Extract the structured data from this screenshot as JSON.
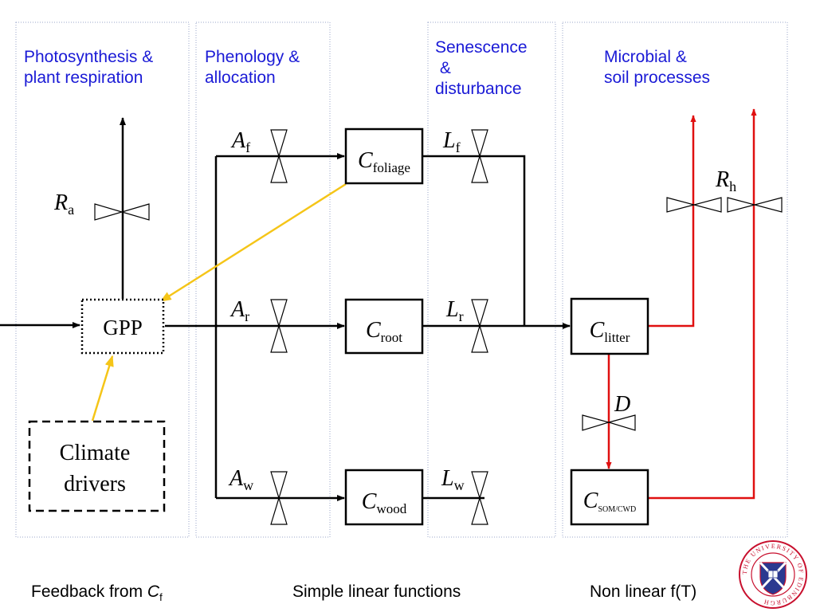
{
  "sections": [
    {
      "id": "photo",
      "title": "Photosynthesis &\nplant respiration"
    },
    {
      "id": "pheno",
      "title": "Phenology &\nallocation"
    },
    {
      "id": "senes",
      "title": "Senescence\n &\ndisturbance"
    },
    {
      "id": "micro",
      "title": "Microbial &\nsoil processes"
    }
  ],
  "pools": {
    "gpp": "GPP",
    "climate": [
      "Climate",
      "drivers"
    ],
    "foliage": {
      "symbol": "C",
      "sub": "foliage"
    },
    "root": {
      "symbol": "C",
      "sub": "root"
    },
    "wood": {
      "symbol": "C",
      "sub": "wood"
    },
    "litter": {
      "symbol": "C",
      "sub": "litter"
    },
    "som": {
      "symbol": "C",
      "sub": "SOM/CWD"
    }
  },
  "fluxes": {
    "ra": {
      "symbol": "R",
      "sub": "a"
    },
    "rh": {
      "symbol": "R",
      "sub": "h"
    },
    "af": {
      "symbol": "A",
      "sub": "f"
    },
    "ar": {
      "symbol": "A",
      "sub": "r"
    },
    "aw": {
      "symbol": "A",
      "sub": "w"
    },
    "lf": {
      "symbol": "L",
      "sub": "f"
    },
    "lr": {
      "symbol": "L",
      "sub": "r"
    },
    "lw": {
      "symbol": "L",
      "sub": "w"
    },
    "d": {
      "symbol": "D",
      "sub": ""
    }
  },
  "footer": {
    "feedback_prefix": "Feedback from ",
    "feedback_symbol": "C",
    "feedback_sub": "f",
    "linear": "Simple linear functions",
    "nonlinear": "Non linear f(T)"
  },
  "logo": {
    "text": "THE UNIVERSITY OF EDINBURGH"
  },
  "colors": {
    "header_text": "#1a1ad6",
    "feedback_arrow": "#f5c518",
    "heterotrophic_flow": "#e01010",
    "panel_border": "#9aa6c8"
  }
}
